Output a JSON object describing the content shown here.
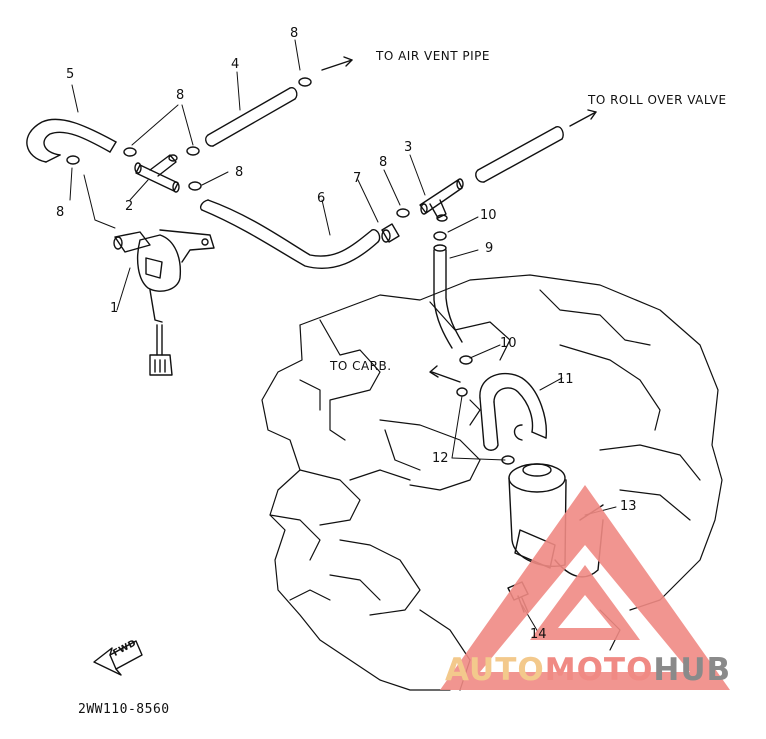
{
  "diagram": {
    "notes": {
      "air_vent": "TO AIR VENT PIPE",
      "roll_over": "TO ROLL OVER VALVE",
      "carb": "TO CARB."
    },
    "fwd_label": "FWD",
    "part_code": "2WW110-8560",
    "callouts": [
      "1",
      "2",
      "3",
      "4",
      "5",
      "6",
      "7",
      "8",
      "8",
      "8",
      "8",
      "8",
      "9",
      "10",
      "10",
      "11",
      "12",
      "13",
      "14"
    ]
  },
  "watermark": {
    "part1": "AUTO",
    "part2": "MOTO",
    "part3": "HUB",
    "colors": {
      "triangle": "#f08a84",
      "auto": "#f3c98c",
      "moto": "#f08a84",
      "hub": "#8a8a8a"
    }
  }
}
